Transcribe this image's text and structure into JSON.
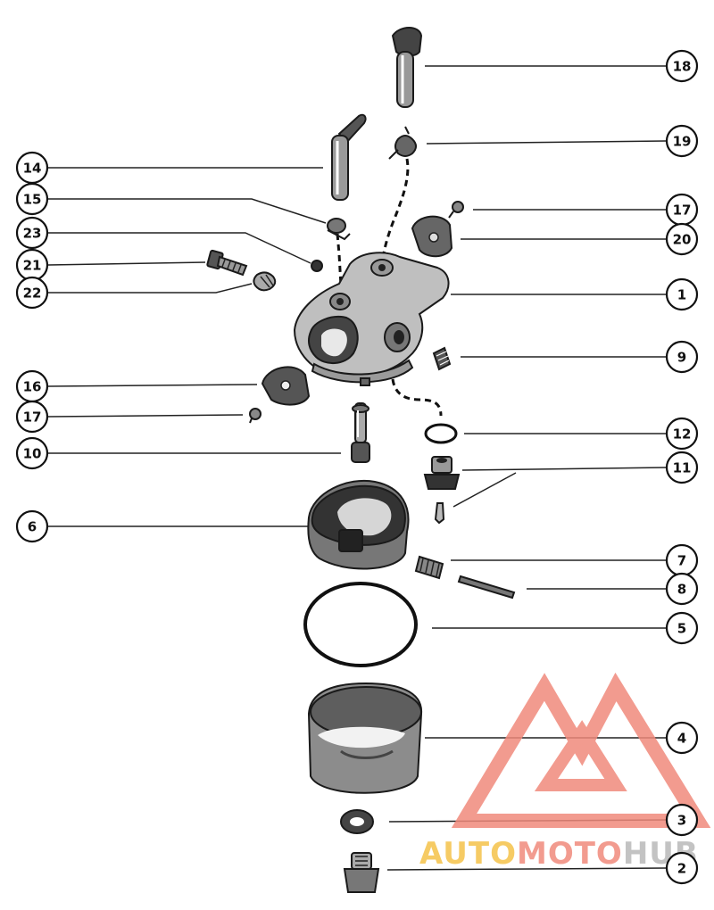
{
  "callouts": [
    {
      "id": "c18",
      "label": "18"
    },
    {
      "id": "c19",
      "label": "19"
    },
    {
      "id": "c14",
      "label": "14"
    },
    {
      "id": "c15",
      "label": "15"
    },
    {
      "id": "c17a",
      "label": "17"
    },
    {
      "id": "c23",
      "label": "23"
    },
    {
      "id": "c20",
      "label": "20"
    },
    {
      "id": "c21",
      "label": "21"
    },
    {
      "id": "c22",
      "label": "22"
    },
    {
      "id": "c1",
      "label": "1"
    },
    {
      "id": "c9",
      "label": "9"
    },
    {
      "id": "c16",
      "label": "16"
    },
    {
      "id": "c17b",
      "label": "17"
    },
    {
      "id": "c12",
      "label": "12"
    },
    {
      "id": "c10",
      "label": "10"
    },
    {
      "id": "c11",
      "label": "11"
    },
    {
      "id": "c6",
      "label": "6"
    },
    {
      "id": "c7",
      "label": "7"
    },
    {
      "id": "c8",
      "label": "8"
    },
    {
      "id": "c5",
      "label": "5"
    },
    {
      "id": "c4",
      "label": "4"
    },
    {
      "id": "c3",
      "label": "3"
    },
    {
      "id": "c2",
      "label": "2"
    }
  ],
  "watermark": {
    "text_auto": "AUTO",
    "text_moto": "MOTO",
    "text_hub": "HUB",
    "color_primary": "#f08a7c",
    "color_secondary": "#f5c24a",
    "color_hub": "#b9b9b9"
  }
}
